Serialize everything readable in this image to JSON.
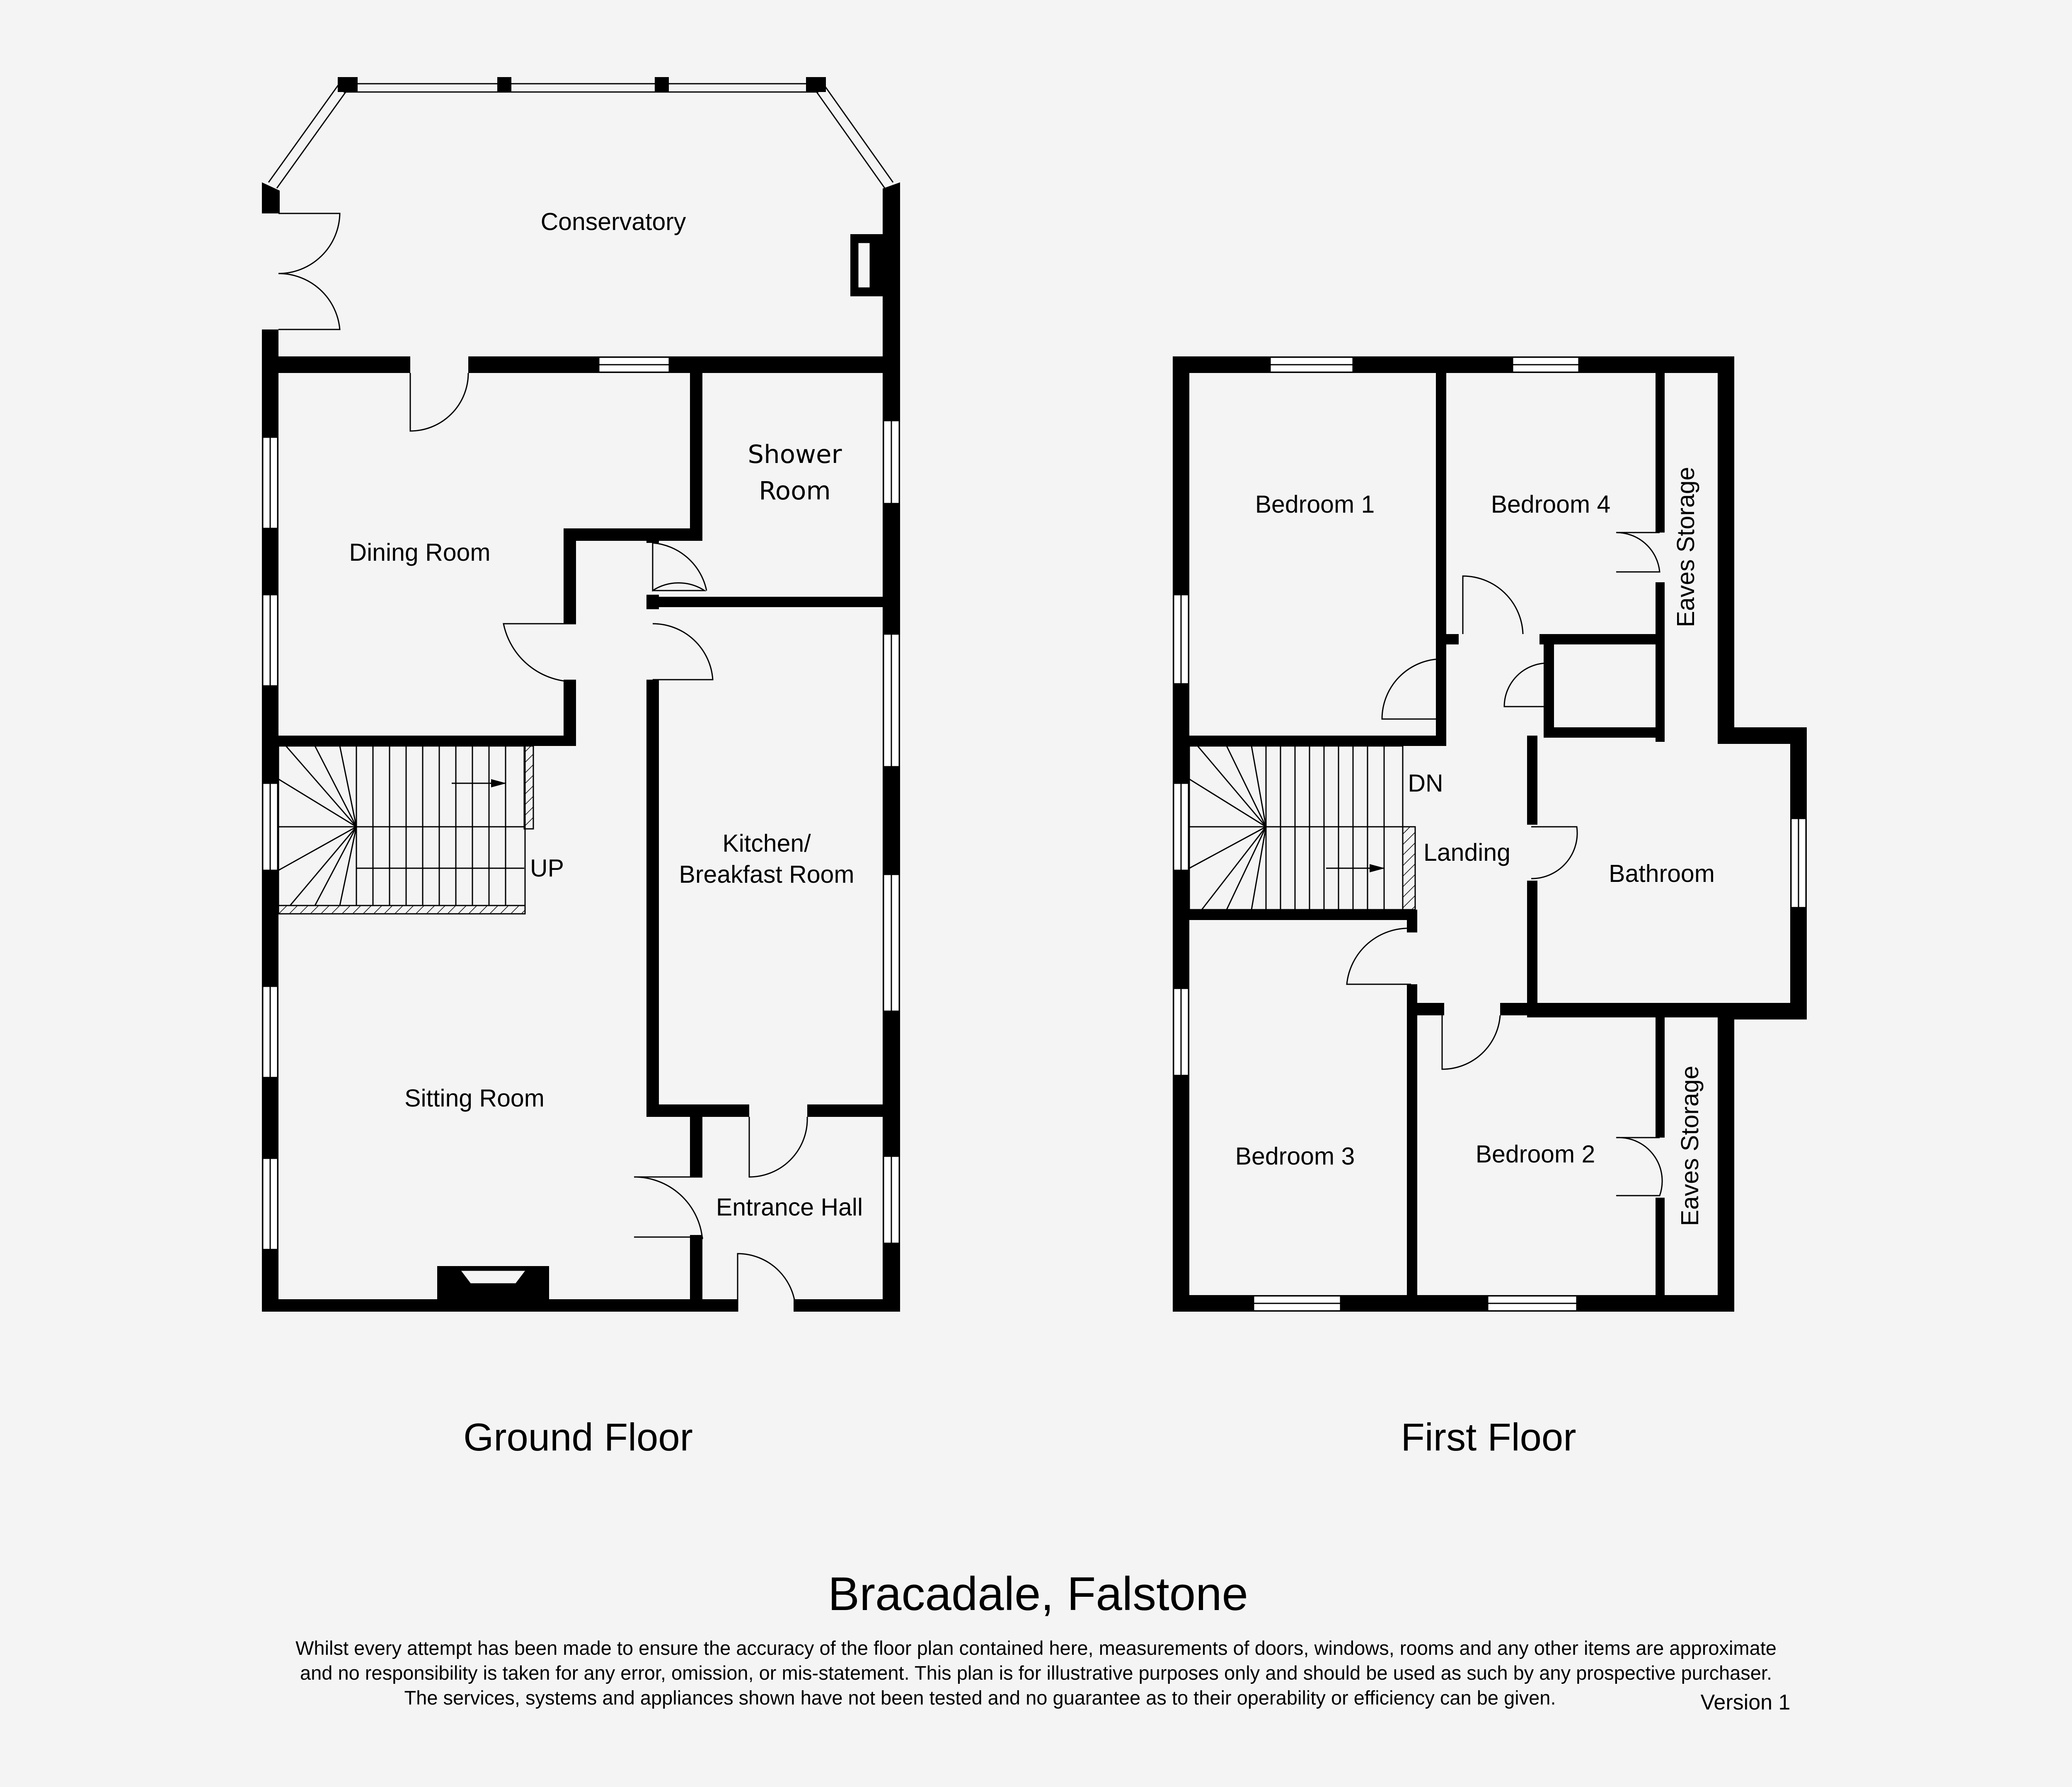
{
  "ground_floor": {
    "title": "Ground Floor",
    "rooms": {
      "conservatory": "Conservatory",
      "dining_room": "Dining Room",
      "shower_room_line1": "Shower",
      "shower_room_line2": "Room",
      "kitchen_line1": "Kitchen/",
      "kitchen_line2": "Breakfast Room",
      "sitting_room": "Sitting Room",
      "entrance_hall": "Entrance Hall"
    },
    "stair_label": "UP"
  },
  "first_floor": {
    "title": "First Floor",
    "rooms": {
      "bedroom_1": "Bedroom 1",
      "bedroom_4": "Bedroom 4",
      "eaves_storage_top": "Eaves Storage",
      "landing": "Landing",
      "bathroom": "Bathroom",
      "bedroom_3": "Bedroom 3",
      "bedroom_2": "Bedroom 2",
      "eaves_storage_bottom": "Eaves Storage"
    },
    "stair_label": "DN"
  },
  "property_title": "Bracadale, Falstone",
  "disclaimer": [
    "Whilst every attempt has been made to ensure the accuracy of the floor plan contained here, measurements of doors, windows, rooms and any other items are approximate",
    "and no responsibility is taken for any error, omission, or mis-statement. This plan is for illustrative purposes only and should be used as such by any prospective purchaser.",
    "The services, systems and appliances shown have not been tested and no guarantee as to their operability or efficiency can be given."
  ],
  "version": "Version 1"
}
